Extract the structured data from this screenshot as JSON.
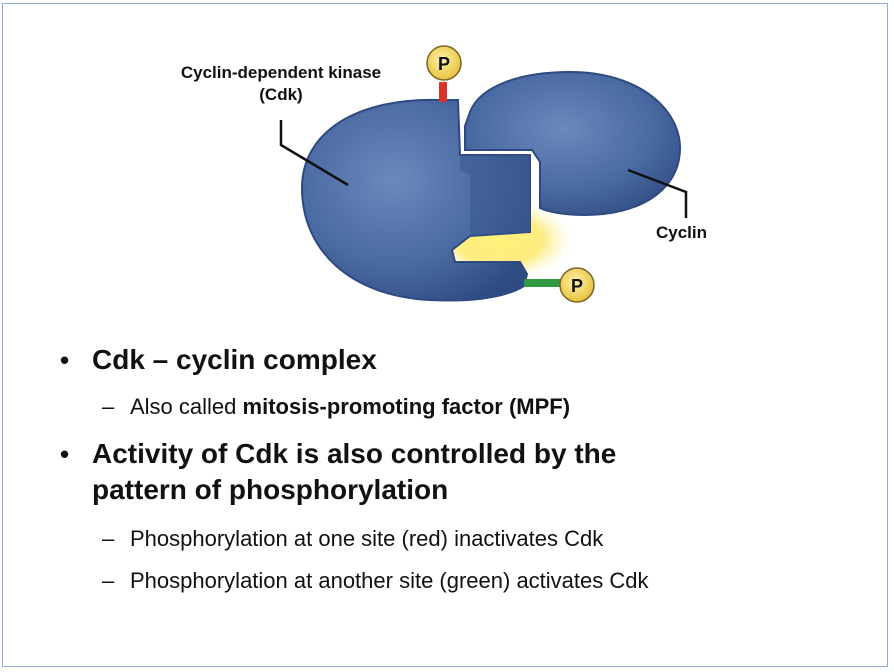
{
  "diagram": {
    "cdk_label_line1": "Cyclin-dependent kinase",
    "cdk_label_line2": "(Cdk)",
    "cyclin_label": "Cyclin",
    "phosphate_symbol": "P",
    "colors": {
      "protein": "#4a6aa3",
      "protein_edge": "#2e4a80",
      "inhibitory_phosphate_link": "#d8342b",
      "activating_phosphate_link": "#2f9a3f",
      "phosphate_circle": "#f3d65a",
      "active_site_glow": "#fff27a"
    }
  },
  "bullets": {
    "item1": {
      "text": "Cdk – cyclin complex",
      "sub1_prefix": "Also called ",
      "sub1_emphasis": "mitosis-promoting factor (MPF)"
    },
    "item2": {
      "line1": "Activity of Cdk is also controlled by the",
      "line2": "pattern of phosphorylation",
      "sub1": "Phosphorylation at one site (red) inactivates Cdk",
      "sub2": "Phosphorylation at another site (green) activates Cdk"
    },
    "bullet_symbol": "•",
    "dash_symbol": "–"
  }
}
